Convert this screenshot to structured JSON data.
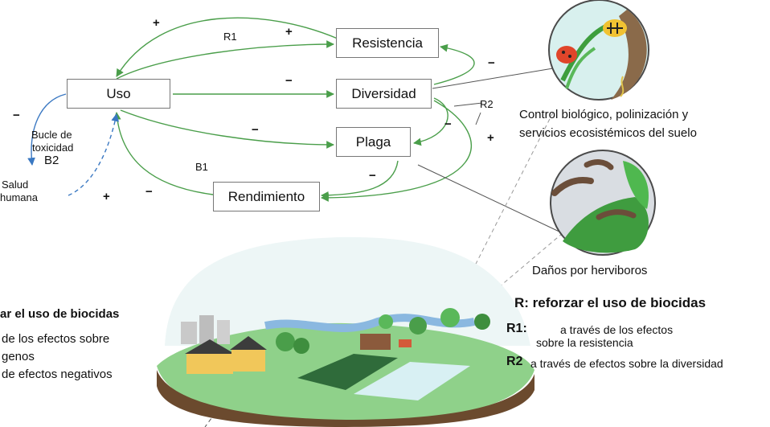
{
  "nodes": {
    "uso": "Uso",
    "resistencia": "Resistencia",
    "diversidad": "Diversidad",
    "plaga": "Plaga",
    "rendimiento": "Rendimiento"
  },
  "loop_labels": {
    "r1": "R1",
    "r2": "R2",
    "b1": "B1",
    "toxicity_line1": "Bucle de",
    "toxicity_line2": "toxicidad",
    "b2": "B2",
    "health_line1": "Salud",
    "health_line2": "humana"
  },
  "signs": {
    "uso_resistencia_top": "+",
    "r1_plus": "+",
    "uso_diversidad": "−",
    "uso_plaga": "−",
    "resistencia_feedback": "−",
    "r2_minus": "−",
    "r2_plus": "+",
    "plaga_rendimiento": "−",
    "rendimiento_uso": "−",
    "salud_plus": "+",
    "uso_salud": "−"
  },
  "captions": {
    "control_line1": "Control biológico, polinización y",
    "control_line2": "servicios ecosistémicos del suelo",
    "danos": "Daños por herviboros"
  },
  "left_panel": {
    "title": "ar el uso de biocidas",
    "line1": "de los efectos sobre",
    "line2": "genos",
    "line3": "de efectos negativos"
  },
  "right_panel": {
    "title": "R: reforzar el uso de biocidas",
    "r1_key": "R1",
    "r1_colon": ":",
    "r1_line1": "a través de los efectos",
    "r1_line2": "sobre la resistencia",
    "r2_key": "R2",
    "r2_text": "a través de efectos sobre la diversidad"
  },
  "colors": {
    "arrow_green": "#4a9e4a",
    "arrow_blue": "#3a78c2",
    "land_green": "#8fd18a",
    "soil_brown": "#6b4a2e"
  }
}
